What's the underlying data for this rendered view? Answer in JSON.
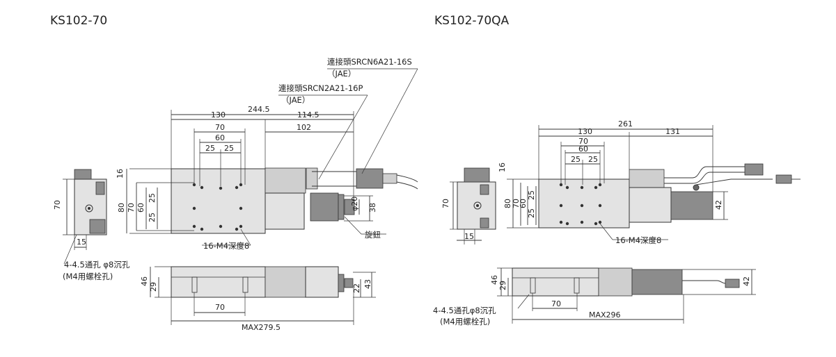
{
  "titles": {
    "left": "KS102-70",
    "right": "KS102-70QA"
  },
  "colors": {
    "stage_fill": "#e3e3e3",
    "line": "#333333",
    "dark_part": "#8c8c8c"
  },
  "left": {
    "connector1": "連接頭SRCN6A21-16S",
    "connector1_sub": "（JAE）",
    "connector2": "連接頭SRCN2A21-16P",
    "connector2_sub": "（JAE）",
    "d244_5": "244.5",
    "d130": "130",
    "d114_5": "114.5",
    "d70": "70",
    "d102": "102",
    "d60": "60",
    "d25a": "25",
    "d25b": "25",
    "d16": "16",
    "d80": "80",
    "d70v": "70",
    "d60v": "60",
    "d25va": "25",
    "d25vb": "25",
    "side70": "70",
    "side15": "15",
    "phi20": "φ20",
    "d38": "38",
    "knob": "旋鈕",
    "holes": "16-M4深度8",
    "thru1": "4-4.5通孔 φ8沉孔",
    "thru2": "(M4用螺栓孔)",
    "d46": "46",
    "d29": "29",
    "d22": "22",
    "d43": "43",
    "d70b": "70",
    "max": "MAX279.5"
  },
  "right": {
    "d261": "261",
    "d130": "130",
    "d131": "131",
    "d70": "70",
    "d60": "60",
    "d25a": "25",
    "d25b": "25",
    "d16": "16",
    "d80": "80",
    "d70v": "70",
    "d60v": "60",
    "d25va": "25",
    "d25vb": "25",
    "side70": "70",
    "side15": "15",
    "d42": "42",
    "holes": "16-M4深度8",
    "thru1": "4-4.5通孔φ8沉孔",
    "thru2": "(M4用螺栓孔)",
    "d46": "46",
    "d29": "29",
    "d70b": "70",
    "max": "MAX296",
    "d42b": "42"
  }
}
